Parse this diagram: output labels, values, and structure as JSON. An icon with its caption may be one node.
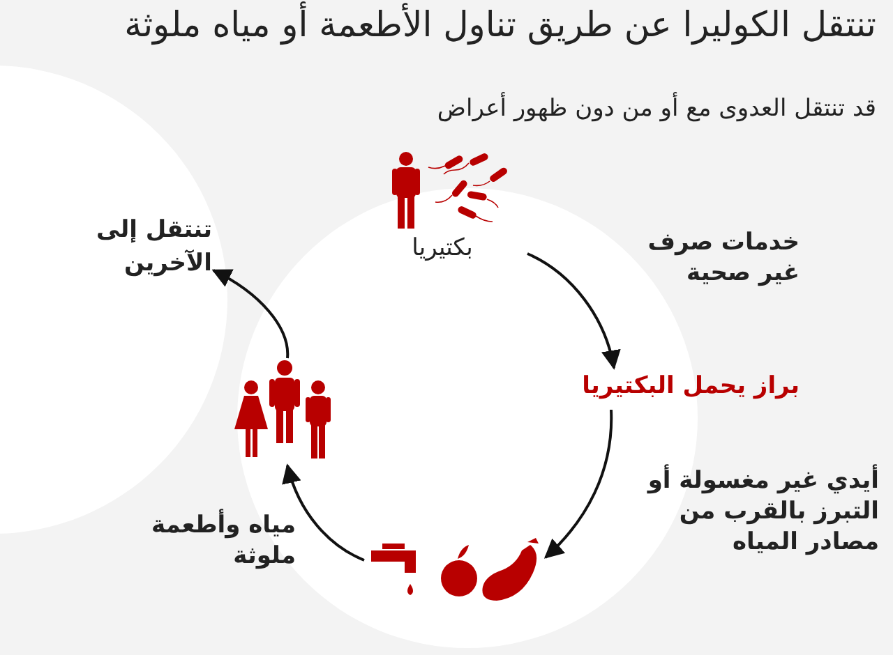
{
  "diagram": {
    "title": "تنتقل الكوليرا عن طريق تناول الأطعمة أو مياه ملوثة",
    "nodes": [
      {
        "text": [
          "بكتيريا"
        ]
      },
      {
        "text": [
          "براز يحمل البكتيريا"
        ]
      },
      {
        "text": [],
        "shape": "picture"
      },
      {
        "text": [],
        "shape": "picture"
      },
      {
        "text": [
          "تنتقل إلى الآخرين"
        ]
      }
    ],
    "edges": [
      {
        "from": 0,
        "to": 1,
        "arrow": "to",
        "label": "خدمات صرف غير صحية"
      },
      {
        "from": 1,
        "to": 2,
        "arrow": "to",
        "label": "أيدي غير مغسولة أو التبرز بالقرب من مصادر المياه"
      },
      {
        "from": 2,
        "to": 3,
        "arrow": "to",
        "label": "مياه وأطعمة ملوثة"
      },
      {
        "from": 3,
        "to": 4,
        "arrow": "to"
      }
    ],
    "labels": [
      "قد تنتقل العدوى مع أو من دون ظهور أعراض"
    ]
  }
}
